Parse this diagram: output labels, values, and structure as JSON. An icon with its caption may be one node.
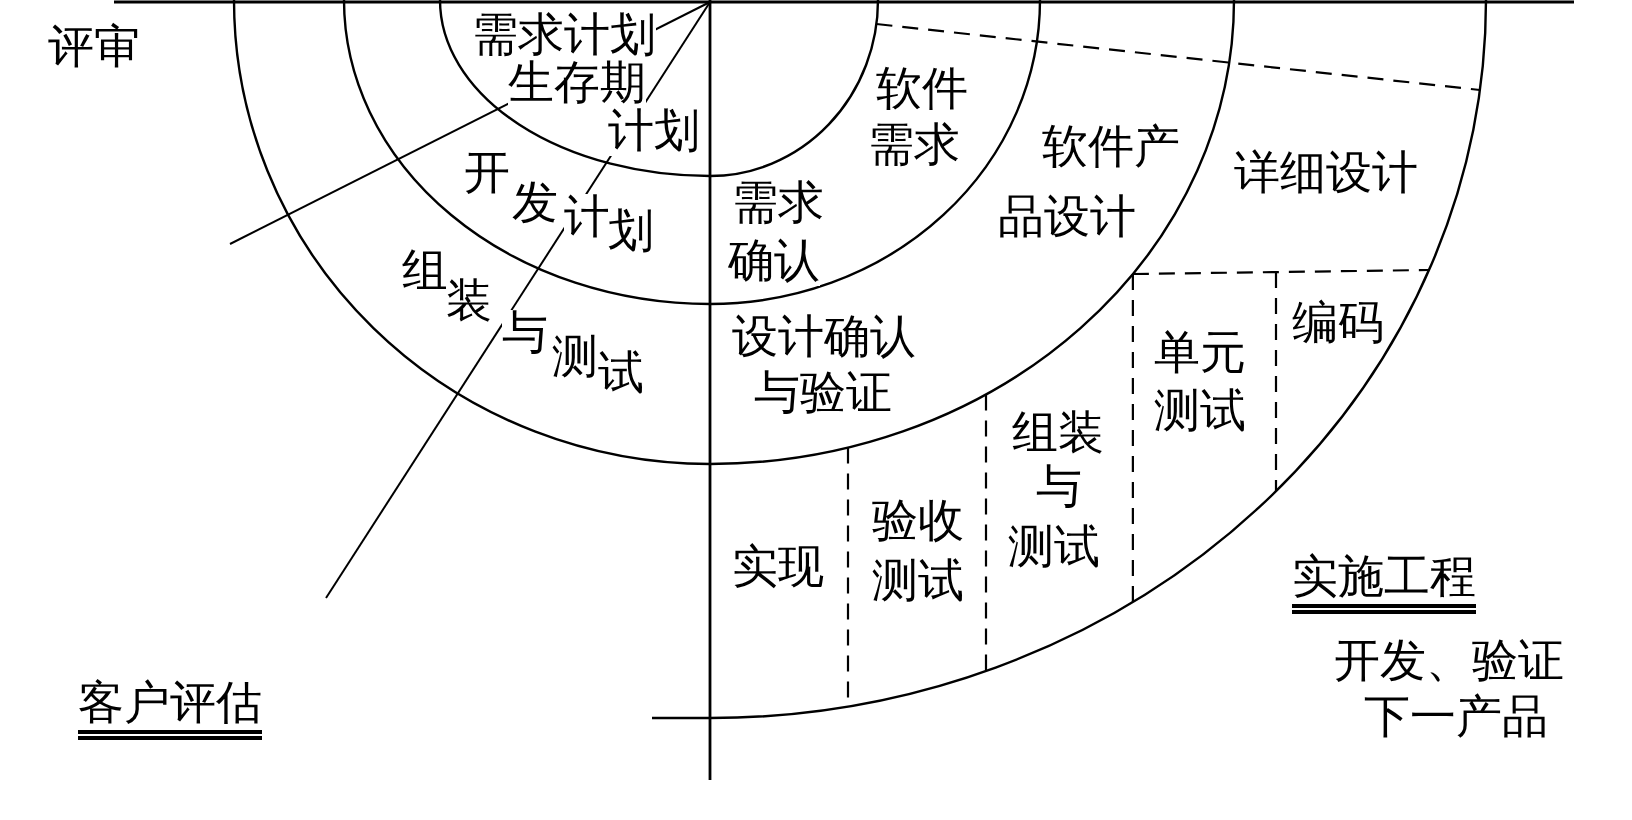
{
  "diagram": {
    "labels": [
      "评审",
      "需求计划",
      "生存期计划",
      "软件需求",
      "软件产品设计",
      "详细设计",
      "开发计划",
      "需求确认",
      "组装与测试",
      "设计确认与验证",
      "编码",
      "单元测试",
      "组装与测试",
      "实现",
      "验收测试",
      "实施工程",
      "开发、验证下一产品",
      "客户评估"
    ]
  }
}
